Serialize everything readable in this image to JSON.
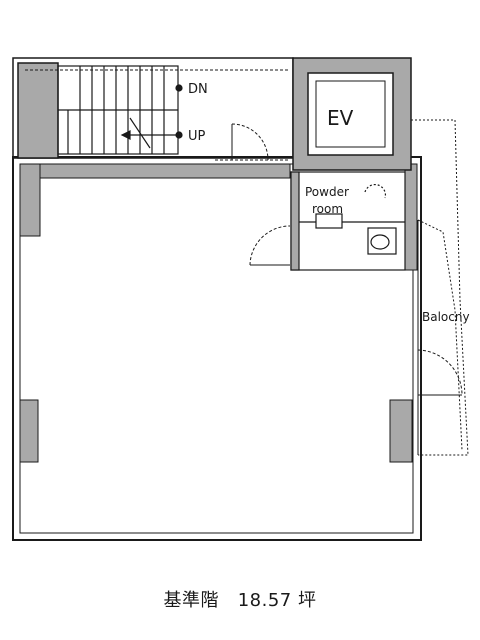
{
  "plan": {
    "labels": {
      "dn": "DN",
      "up": "UP",
      "ev": "EV",
      "powder_line1": "Powder",
      "powder_line2": "room",
      "balcony": "Balocny"
    },
    "caption": {
      "floor": "基準階",
      "area": "18.57",
      "unit": "坪"
    },
    "colors": {
      "wall": "#a9a9a9",
      "line": "#1a1a1a",
      "background": "#ffffff"
    }
  }
}
